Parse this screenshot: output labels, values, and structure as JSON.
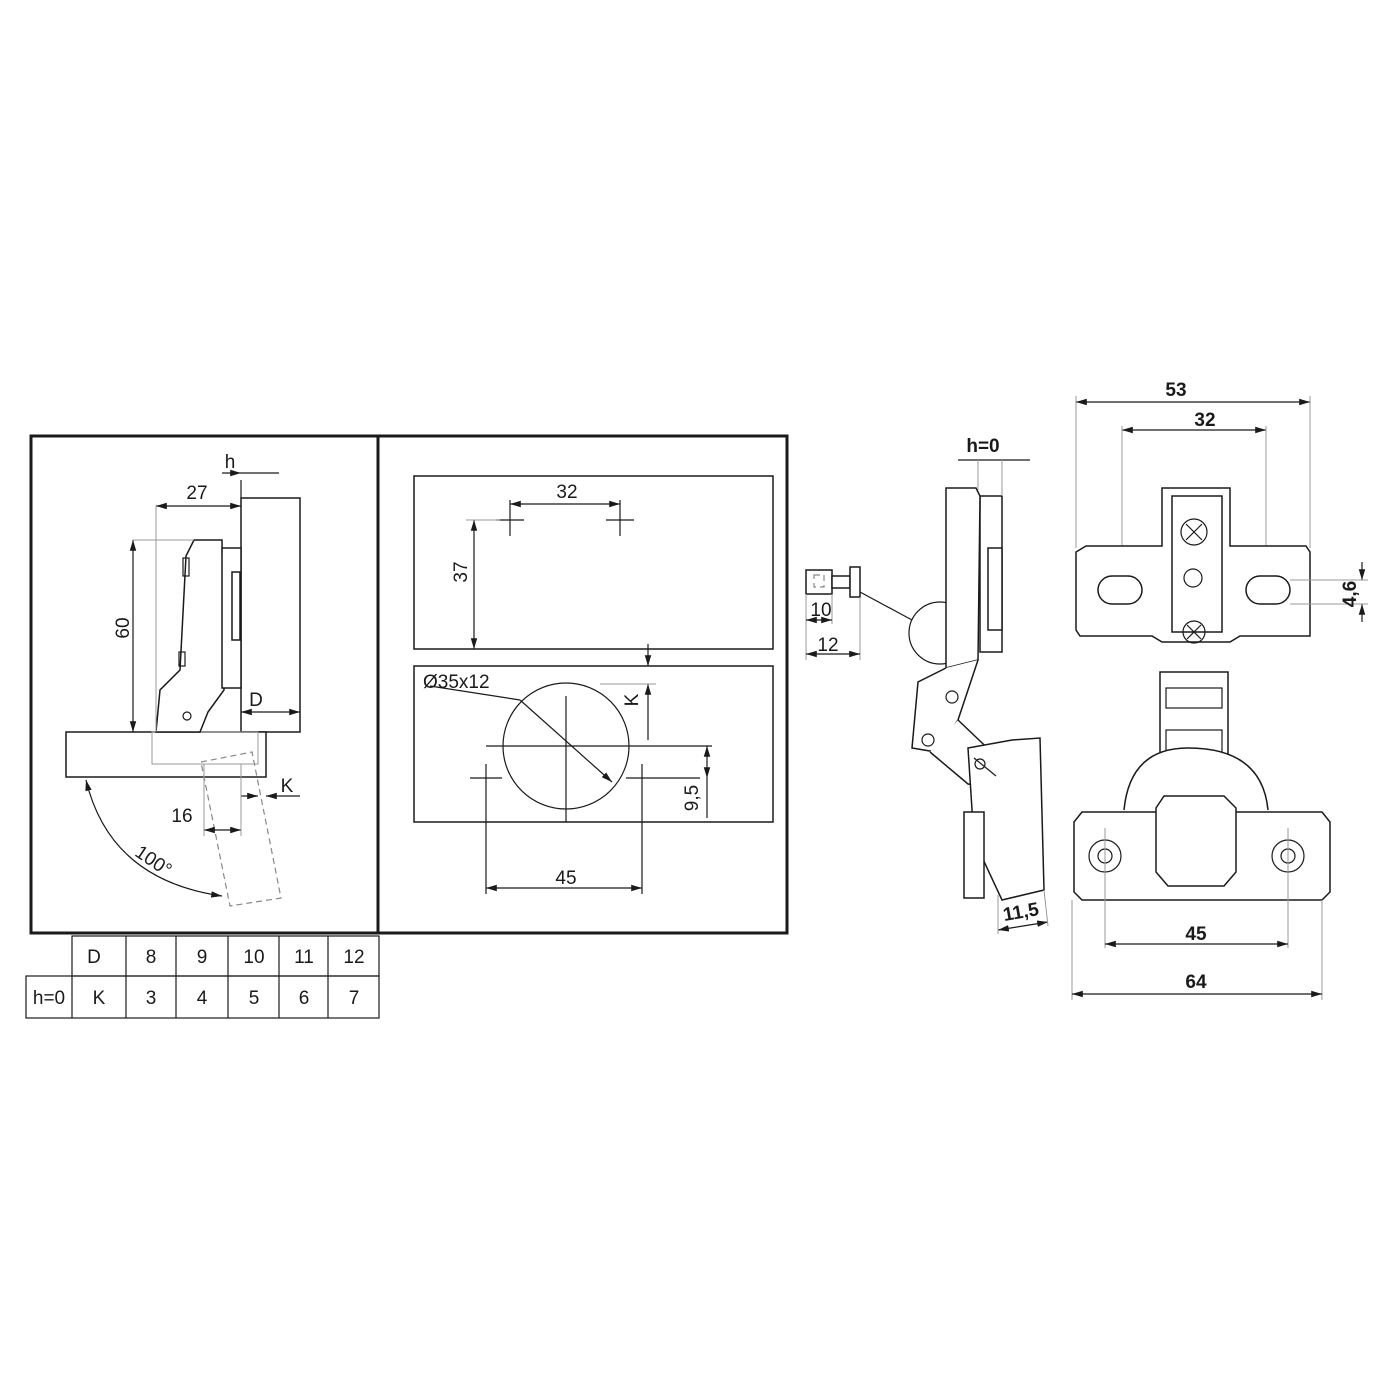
{
  "left_view": {
    "dim_h": "h",
    "dim_27": "27",
    "dim_60": "60",
    "dim_D": "D",
    "dim_K": "K",
    "dim_16": "16",
    "angle": "100°"
  },
  "drilling": {
    "dim_32": "32",
    "dim_37": "37",
    "dim_cup": "Ø35x12",
    "dim_K": "K",
    "dim_9_5": "9,5",
    "dim_45": "45"
  },
  "table": {
    "header": [
      "D",
      "8",
      "9",
      "10",
      "11",
      "12"
    ],
    "row_label": "h=0",
    "row": [
      "K",
      "3",
      "4",
      "5",
      "6",
      "7"
    ]
  },
  "side_view": {
    "dim_h0": "h=0",
    "dim_10": "10",
    "dim_12": "12",
    "dim_11_5": "11,5"
  },
  "front_view": {
    "dim_53": "53",
    "dim_32": "32",
    "dim_4_6": "4,6",
    "dim_45": "45",
    "dim_64": "64"
  }
}
